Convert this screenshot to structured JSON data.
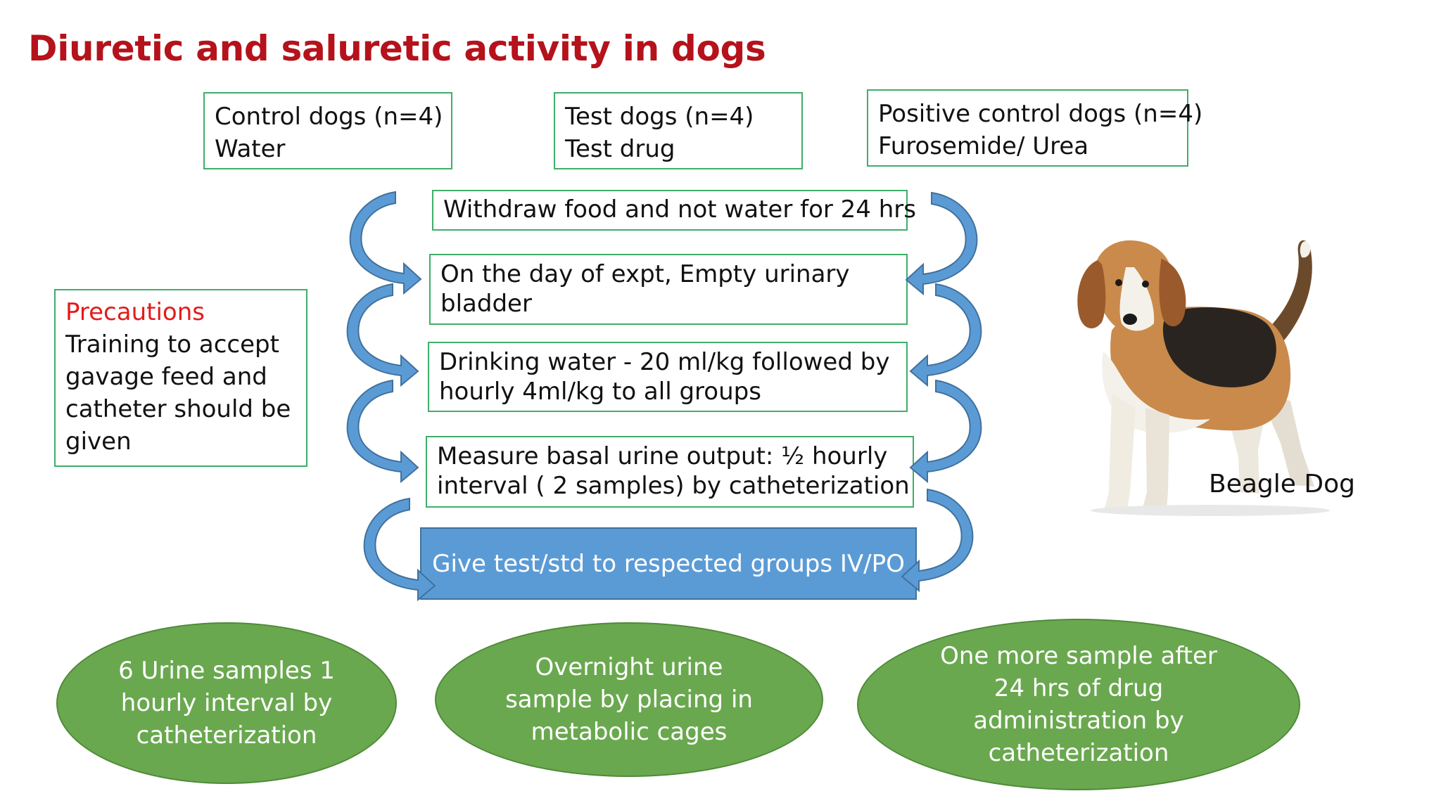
{
  "title": "Diuretic and saluretic activity in dogs",
  "groups": [
    {
      "line1": "Control dogs (n=4)",
      "line2": "Water"
    },
    {
      "line1": "Test dogs (n=4)",
      "line2": "Test drug"
    },
    {
      "line1": "Positive control dogs (n=4)",
      "line2": "Furosemide/ Urea"
    }
  ],
  "steps": [
    {
      "line1": "Withdraw food and not water for 24 hrs",
      "line2": ""
    },
    {
      "line1": "On the day of expt, Empty urinary",
      "line2": "bladder"
    },
    {
      "line1": "Drinking water - 20 ml/kg followed by",
      "line2": "hourly  4ml/kg to all groups"
    },
    {
      "line1": "Measure basal urine output: ½ hourly",
      "line2": "interval ( 2 samples) by catheterization"
    }
  ],
  "give": "Give test/std  to respected groups IV/PO",
  "precautions": {
    "heading": "Precautions",
    "lines": [
      "Training to accept",
      "gavage  feed and",
      "catheter should be",
      "given"
    ]
  },
  "outcomes": [
    {
      "lines": [
        "6 Urine samples 1",
        "hourly interval by",
        "catheterization"
      ]
    },
    {
      "lines": [
        "Overnight urine",
        "sample by placing in",
        "metabolic cages"
      ]
    },
    {
      "lines": [
        "One more sample after",
        "24 hrs of drug",
        "administration by",
        "catheterization"
      ]
    }
  ],
  "dog_label": "Beagle Dog",
  "colors": {
    "title": "#b5121b",
    "box_border": "#3fae6a",
    "precaution_heading": "#e31b1b",
    "give_fill": "#5b9bd5",
    "oval_fill": "#6aa84f",
    "arrow_fill": "#5b9bd5"
  }
}
